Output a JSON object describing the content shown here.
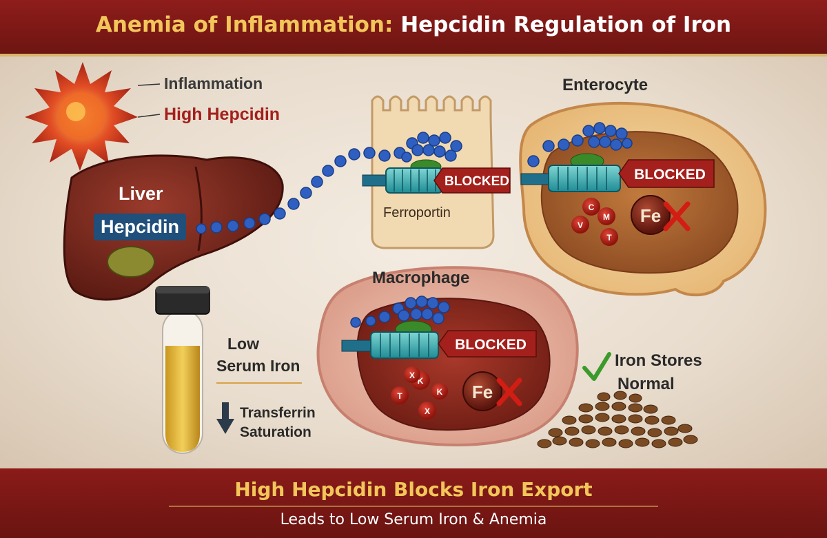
{
  "header": {
    "title_highlight": "Anemia of Inflammation:",
    "title_rest": "Hepcidin Regulation of Iron"
  },
  "labels": {
    "inflammation": "Inflammation",
    "high_hepcidin": "High Hepcidin",
    "liver": "Liver",
    "hepcidin": "Hepcidin",
    "ferroportin": "Ferroportin",
    "enterocyte": "Enterocyte",
    "macrophage": "Macrophage",
    "blocked": "BLOCKED",
    "fe": "Fe",
    "low_serum_iron_1": "Low",
    "low_serum_iron_2": "Serum Iron",
    "transferrin_1": "Transferrin",
    "transferrin_2": "Saturation",
    "iron_stores_1": "Iron Stores",
    "iron_stores_2": "Normal"
  },
  "enterocyte_vesicles": [
    "C",
    "M",
    "V",
    "T"
  ],
  "macrophage_vesicles": [
    "K",
    "X",
    "T",
    "X",
    "K"
  ],
  "footer": {
    "line1": "High Hepcidin Blocks Iron Export",
    "line2": "Leads to Low Serum Iron & Anemia"
  },
  "colors": {
    "banner": "#7a1916",
    "gold": "#f2c65a",
    "hepcidin_bead": "#2f5fc0",
    "blocked_tag": "#a3201c",
    "label_box": "#1f4f7a"
  }
}
